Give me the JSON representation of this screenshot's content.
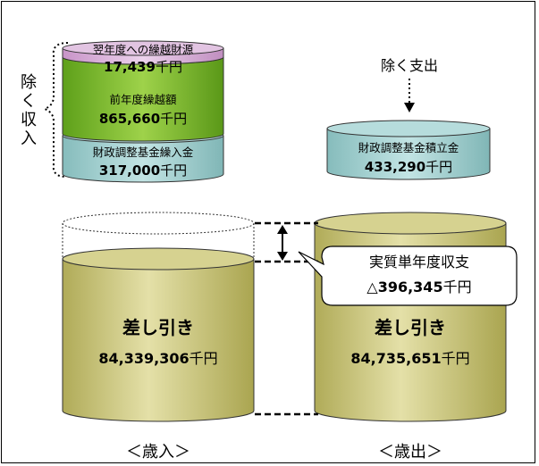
{
  "revenue_side": {
    "label": "＜歳入＞",
    "bracket_label": "除く収入",
    "layers": [
      {
        "name": "翌年度への繰越財源",
        "value": "17,439",
        "unit": "千円"
      },
      {
        "name": "前年度繰越額",
        "value": "865,660",
        "unit": "千円"
      },
      {
        "name": "財政調整基金繰入金",
        "value": "317,000",
        "unit": "千円"
      }
    ],
    "main": {
      "name": "差し引き",
      "value": "84,339,306",
      "unit": "千円"
    }
  },
  "expenditure_side": {
    "label": "＜歳出＞",
    "arrow_label": "除く支出",
    "layer": {
      "name": "財政調整基金積立金",
      "value": "433,290",
      "unit": "千円"
    },
    "main": {
      "name": "差し引き",
      "value": "84,735,651",
      "unit": "千円"
    }
  },
  "callout": {
    "title": "実質単年度収支",
    "value": "△396,345",
    "unit": "千円"
  },
  "colors": {
    "layer_pink": "#d9b3d9",
    "layer_green": "#77b82a",
    "layer_teal": "#9fcfcf",
    "cylinder_olive": "#c9c47a",
    "cylinder_top": "#d8d49a"
  }
}
